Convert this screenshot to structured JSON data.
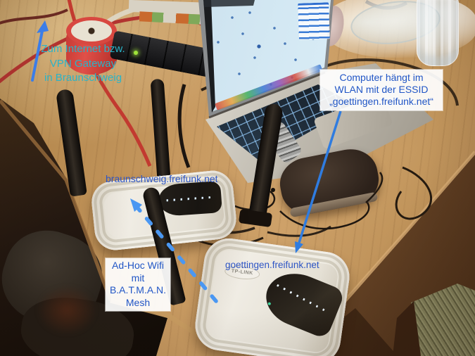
{
  "annotations": {
    "internet_gateway_label": "Zum Internet bzw.\nVPN Gateway\nin Braunschweig",
    "computer_wlan_note": "Computer hängt im\nWLAN mit der ESSID\n„goettingen.freifunk.net“",
    "router_back_ssid": "braunschweig.freifunk.net",
    "router_front_ssid": "goettingen.freifunk.net",
    "adhoc_mesh_note": "Ad-Hoc  Wifi\nmit\nB.A.T.M.A.N.\nMesh"
  },
  "devices": {
    "router_brand_logo": "TP-LINK"
  },
  "colors": {
    "annotation_blue": "#2156c6",
    "annotation_teal": "#29b4c9",
    "arrow_solid_blue": "#3b7de8",
    "arrow_dashed_blue": "#4a97f2",
    "note_box_bg": "#ffffff",
    "table_wood": "#c2955d",
    "router_shell": "#efece4"
  }
}
